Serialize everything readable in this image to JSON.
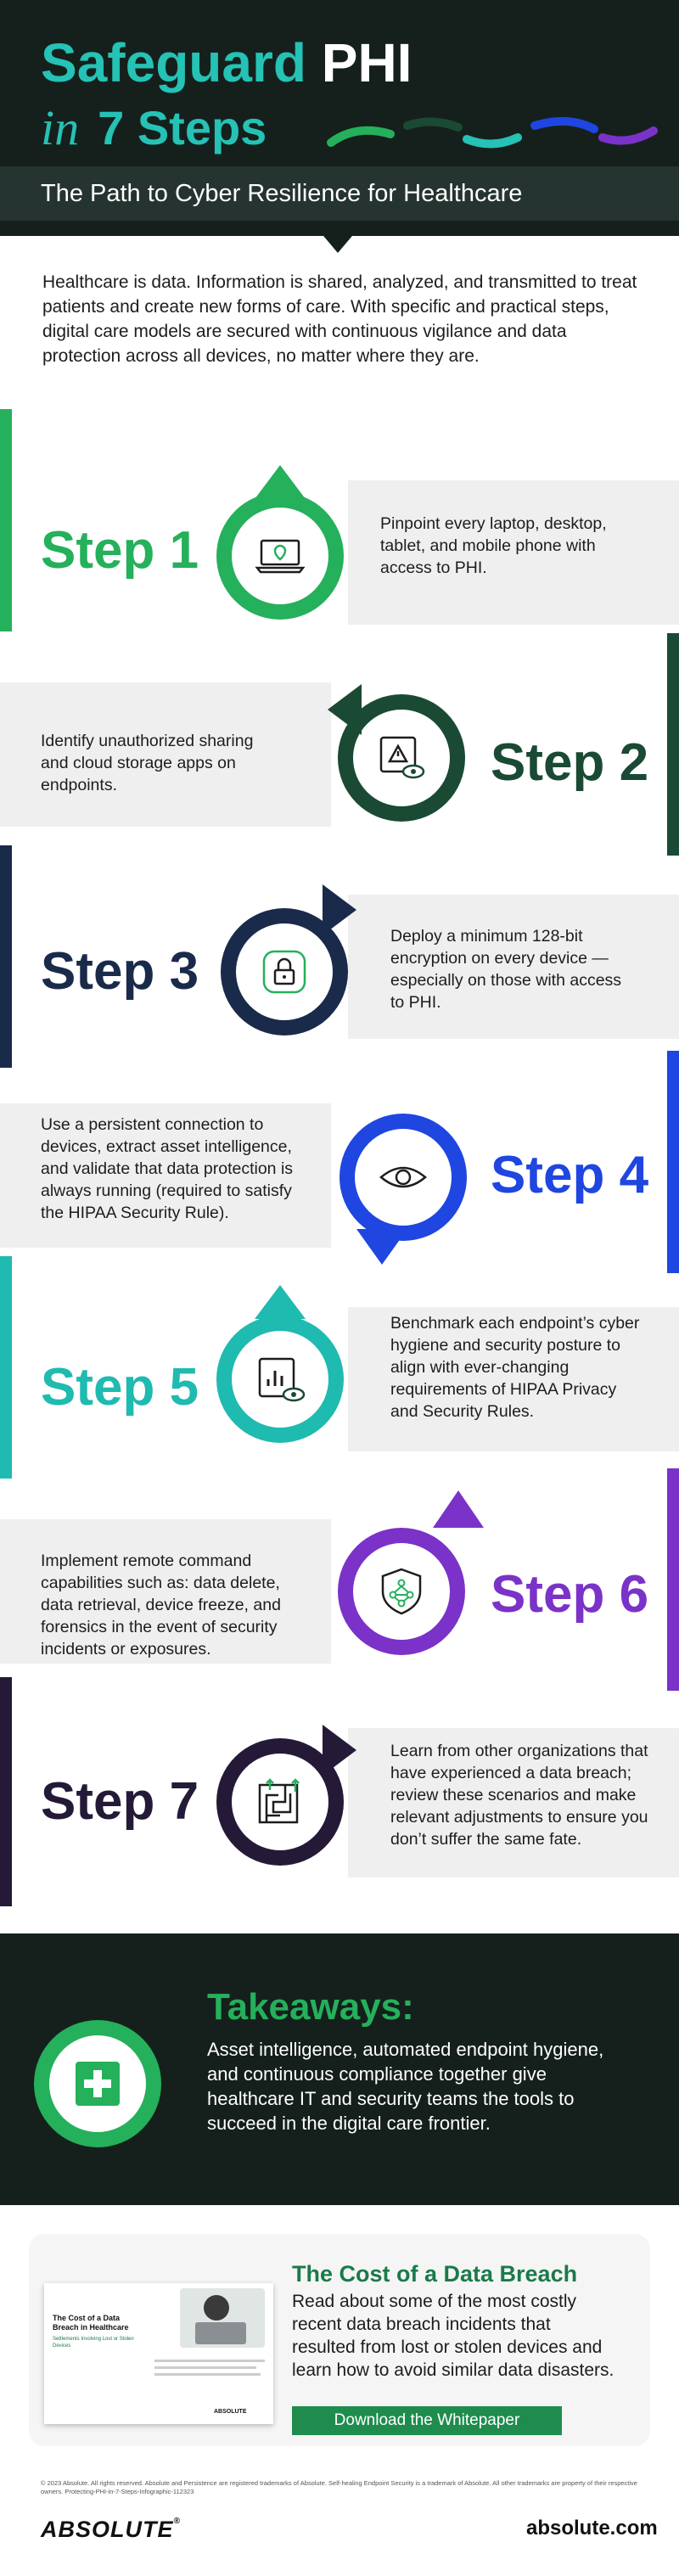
{
  "header": {
    "title_part1": "Safeguard",
    "title_part2": "PHI",
    "title_in": "in",
    "title_steps": "7 Steps",
    "subtitle": "The Path to Cyber Resilience for Healthcare"
  },
  "intro": "Healthcare is data. Information is shared, analyzed, and transmitted to treat patients and create new forms of care. With specific and practical steps, digital care models are secured with continuous vigilance and data protection across all devices, no matter where they are.",
  "steps": [
    {
      "label": "Step 1",
      "text": "Pinpoint every laptop, desktop, tablet, and mobile phone with access to PHI.",
      "color": "#25b05b",
      "icon": "laptop-location-icon"
    },
    {
      "label": "Step 2",
      "text": "Identify unauthorized sharing and cloud storage apps on endpoints.",
      "color": "#1a4a33",
      "icon": "warning-window-eye-icon"
    },
    {
      "label": "Step 3",
      "text": "Deploy a minimum 128-bit encryption on every device — especially on those with access to PHI.",
      "color": "#1a2a4a",
      "icon": "padlock-icon"
    },
    {
      "label": "Step 4",
      "text": "Use a persistent connection to devices, extract asset intelligence, and validate that data protection is always running (required to satisfy the HIPAA Security Rule).",
      "color": "#1f46e0",
      "icon": "eye-icon"
    },
    {
      "label": "Step 5",
      "text": "Benchmark each endpoint’s cyber hygiene and security posture to align with ever-changing requirements of HIPAA Privacy and Security Rules.",
      "color": "#1fbab0",
      "icon": "chart-eye-icon"
    },
    {
      "label": "Step 6",
      "text": "Implement remote command capabilities such as: data delete, data retrieval, device freeze, and forensics in the event of security incidents or exposures.",
      "color": "#7a32c8",
      "icon": "shield-network-icon"
    },
    {
      "label": "Step 7",
      "text": "Learn from other organizations that have experienced a data breach; review these scenarios and make relevant adjustments to ensure you don’t suffer the same fate.",
      "color": "#241a38",
      "icon": "maze-icon"
    }
  ],
  "takeaways": {
    "title": "Takeaways:",
    "text": "Asset intelligence, automated endpoint hygiene, and continuous compliance together give healthcare IT and security teams the tools to succeed in the digital care frontier."
  },
  "report": {
    "title": "The Cost of a Data Breach",
    "text": "Read about some of the most costly recent data breach incidents that resulted from lost or stolen devices and learn how to avoid similar data disasters.",
    "button": "Download the Whitepaper",
    "thumb_title": "The Cost of a Data Breach in Healthcare",
    "thumb_subtitle": "Settlements Involving Lost or Stolen Devices",
    "thumb_logo": "ABSOLUTE"
  },
  "footer": {
    "legal": "© 2023 Absolute. All rights reserved. Absolute and Persistence are registered trademarks of Absolute. Self-healing Endpoint Security is a trademark of Absolute. All other trademarks are property of their respective owners. Protecting-PHI-in-7-Steps-Infographic-112323",
    "logo": "ABSOLUTE",
    "logo_mark": "®",
    "site": "absolute.com"
  }
}
